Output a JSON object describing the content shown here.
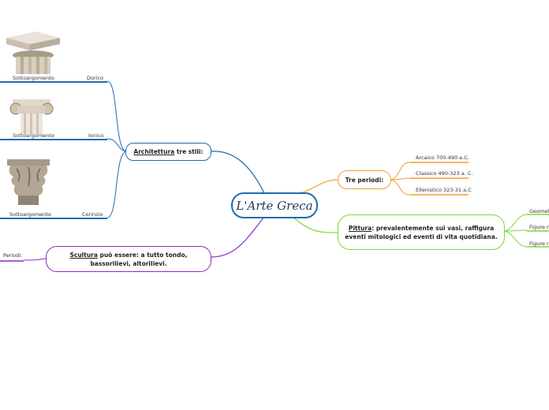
{
  "central": {
    "title": "L'Arte Greca"
  },
  "architettura": {
    "keyword": "Architettura",
    "rest": " tre stili:",
    "styles": [
      {
        "name": "Dorico",
        "sub": "Sottoargomento"
      },
      {
        "name": "Ionico",
        "sub": "Sottoargomento"
      },
      {
        "name": "Corinzio",
        "sub": "Sottoargomento"
      }
    ]
  },
  "scultura": {
    "keyword": "Scultura",
    "rest": " può essere: a tutto tondo, bassorilievi, altorilievi.",
    "child": "Periodi:"
  },
  "periodi": {
    "label": "Tre periodi:",
    "items": [
      "Arcaico 700-490 a.C.",
      "Classico 490-323 a. C.",
      "Ellenistico 323-31 a.C"
    ]
  },
  "pittura": {
    "keyword": "Pittura",
    "rest": ": prevalentemente sui vasi, raffigura eventi mitologici ed eventi di vita quotidiana.",
    "items": [
      "Geometr",
      "Figure ne",
      "Figure ro"
    ]
  },
  "colors": {
    "central": "#1f6bb3",
    "architettura": "#1f6bb3",
    "periodi": "#f0a030",
    "pittura": "#7ed63a",
    "scultura": "#8a2bc8"
  }
}
